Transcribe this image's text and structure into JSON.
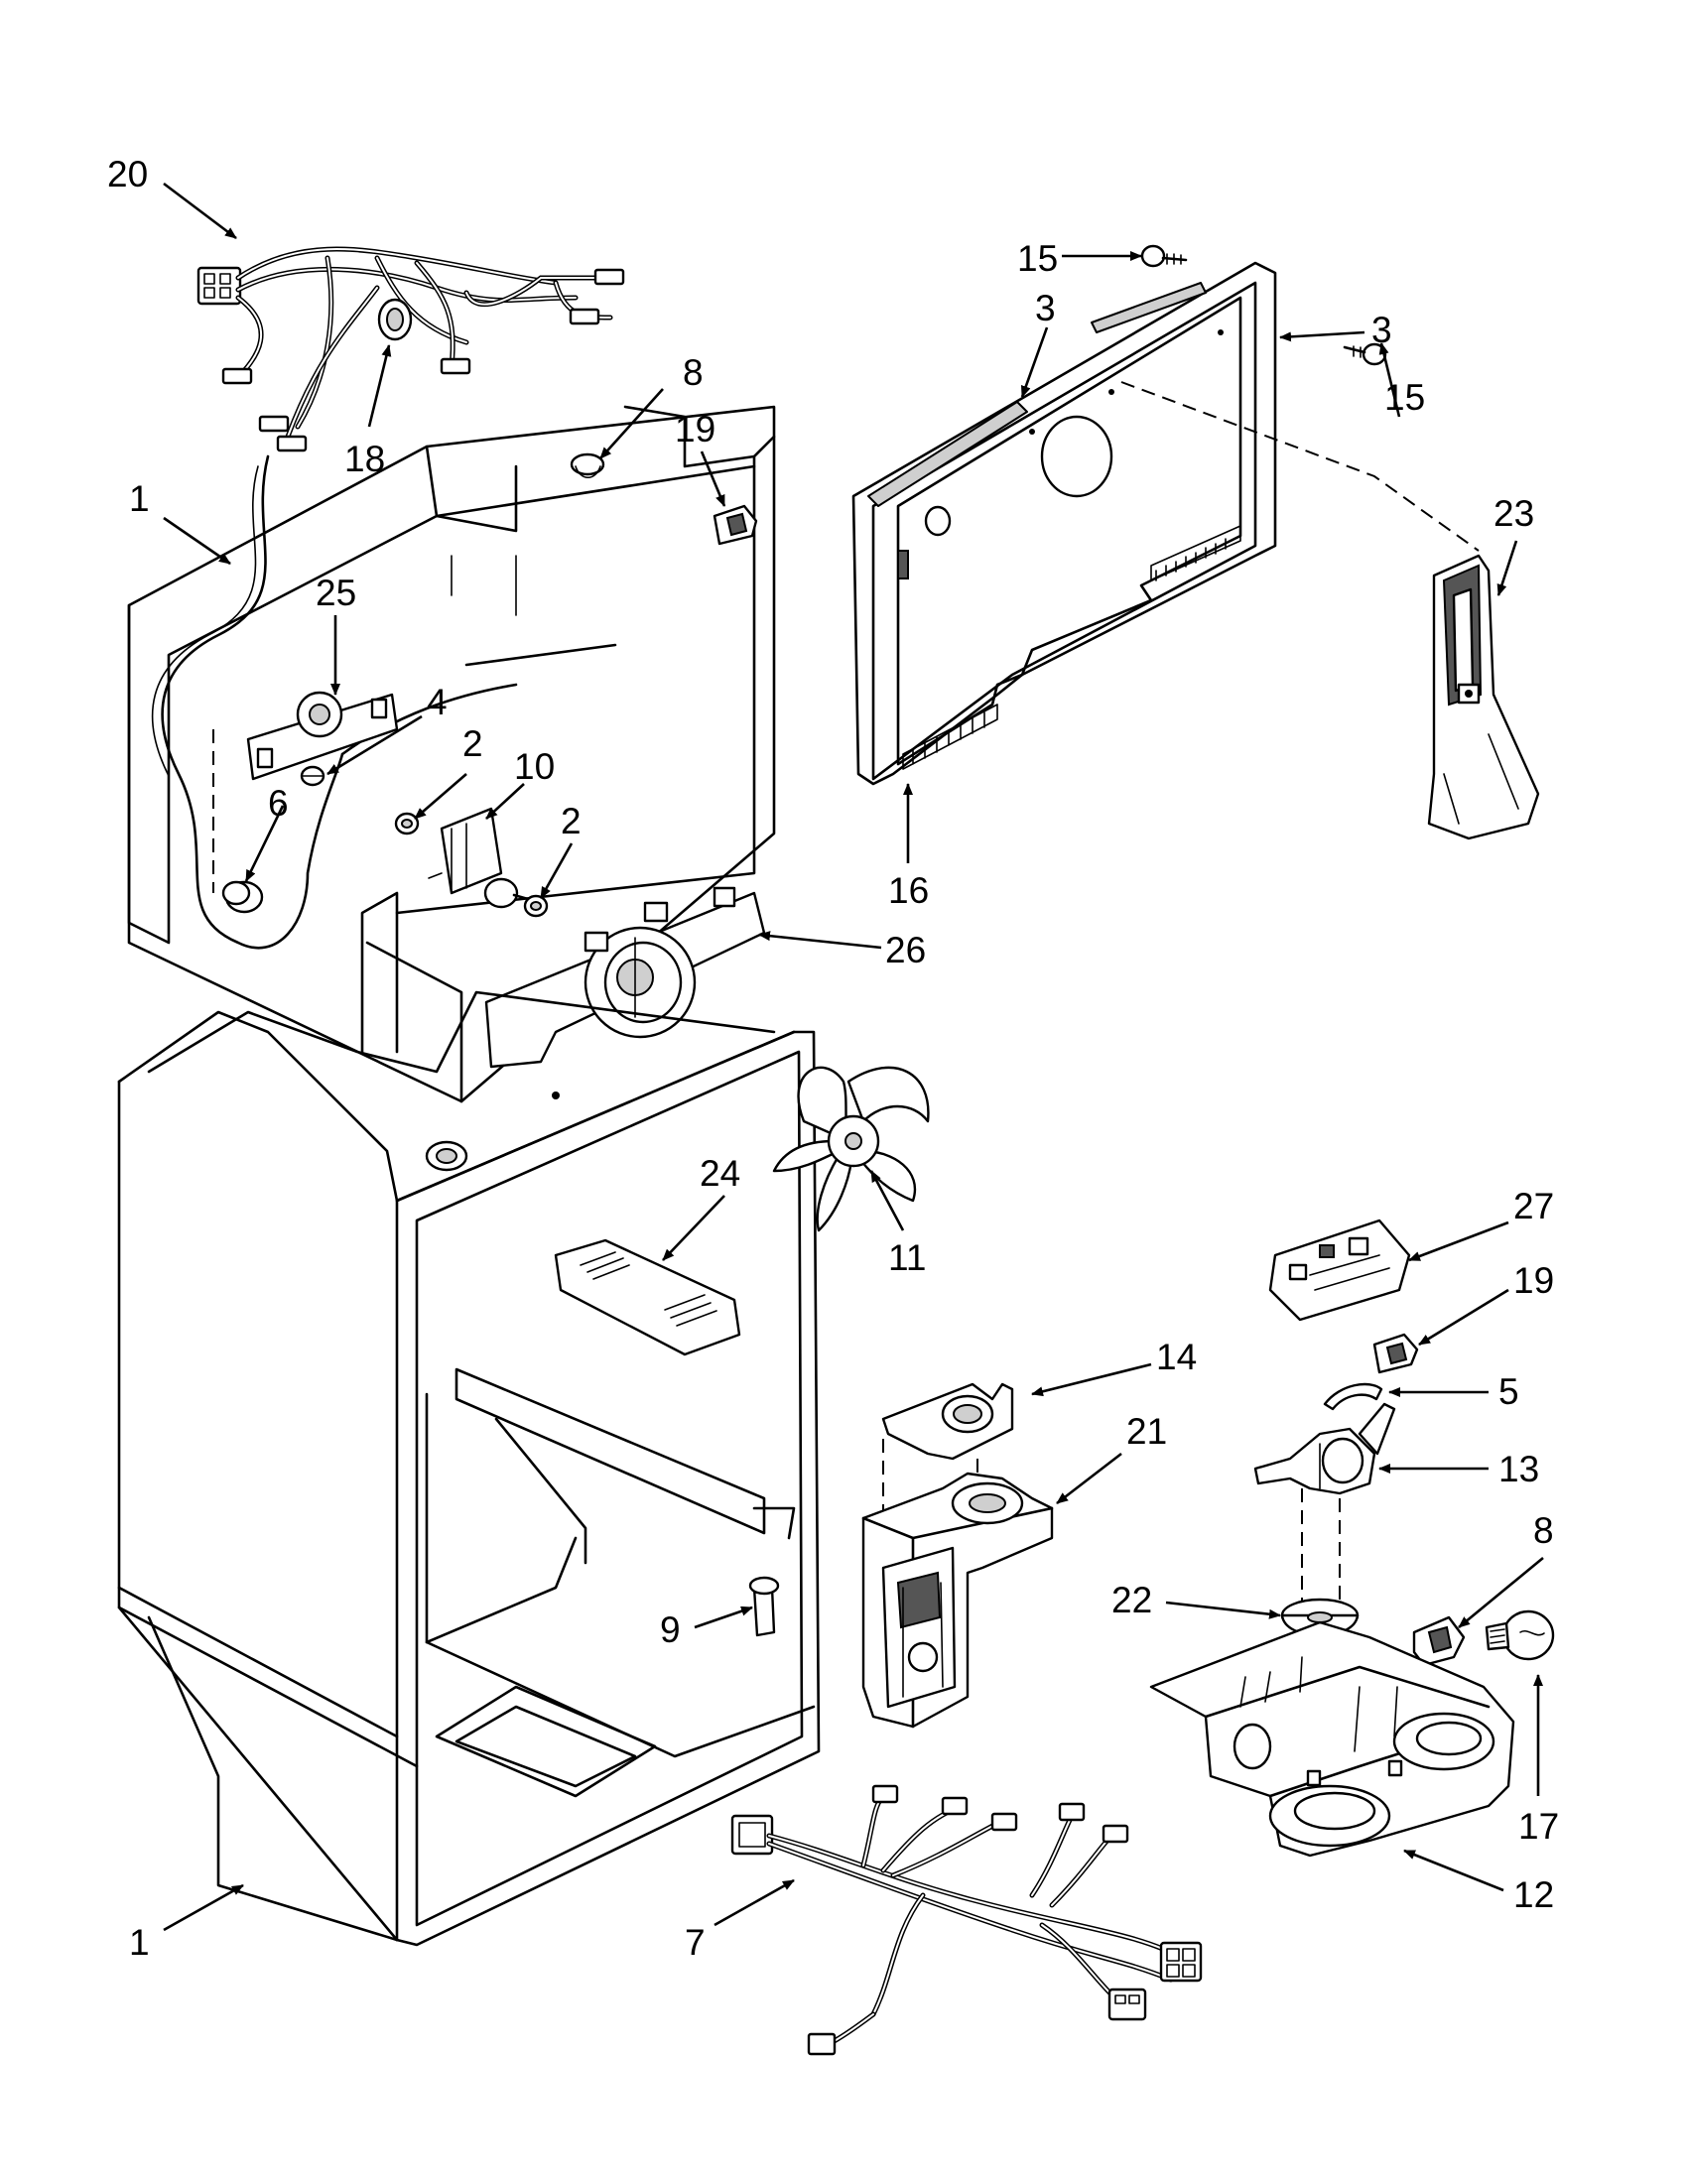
{
  "callouts": [
    {
      "id": "c20",
      "text": "20"
    },
    {
      "id": "c18",
      "text": "18"
    },
    {
      "id": "c8a",
      "text": "8"
    },
    {
      "id": "c19a",
      "text": "19"
    },
    {
      "id": "c1a",
      "text": "1"
    },
    {
      "id": "c25",
      "text": "25"
    },
    {
      "id": "c4",
      "text": "4"
    },
    {
      "id": "c6",
      "text": "6"
    },
    {
      "id": "c2a",
      "text": "2"
    },
    {
      "id": "c10",
      "text": "10"
    },
    {
      "id": "c2b",
      "text": "2"
    },
    {
      "id": "c26",
      "text": "26"
    },
    {
      "id": "c15a",
      "text": "15"
    },
    {
      "id": "c3a",
      "text": "3"
    },
    {
      "id": "c3b",
      "text": "3"
    },
    {
      "id": "c15b",
      "text": "15"
    },
    {
      "id": "c23",
      "text": "23"
    },
    {
      "id": "c16",
      "text": "16"
    },
    {
      "id": "c24",
      "text": "24"
    },
    {
      "id": "c11",
      "text": "11"
    },
    {
      "id": "c27",
      "text": "27"
    },
    {
      "id": "c19b",
      "text": "19"
    },
    {
      "id": "c14",
      "text": "14"
    },
    {
      "id": "c5",
      "text": "5"
    },
    {
      "id": "c21",
      "text": "21"
    },
    {
      "id": "c13",
      "text": "13"
    },
    {
      "id": "c8b",
      "text": "8"
    },
    {
      "id": "c22",
      "text": "22"
    },
    {
      "id": "c9",
      "text": "9"
    },
    {
      "id": "c17",
      "text": "17"
    },
    {
      "id": "c1b",
      "text": "1"
    },
    {
      "id": "c7",
      "text": "7"
    },
    {
      "id": "c12",
      "text": "12"
    }
  ],
  "colors": {
    "ink": "#000000",
    "paper": "#ffffff",
    "shade": "#cfcfcf"
  }
}
